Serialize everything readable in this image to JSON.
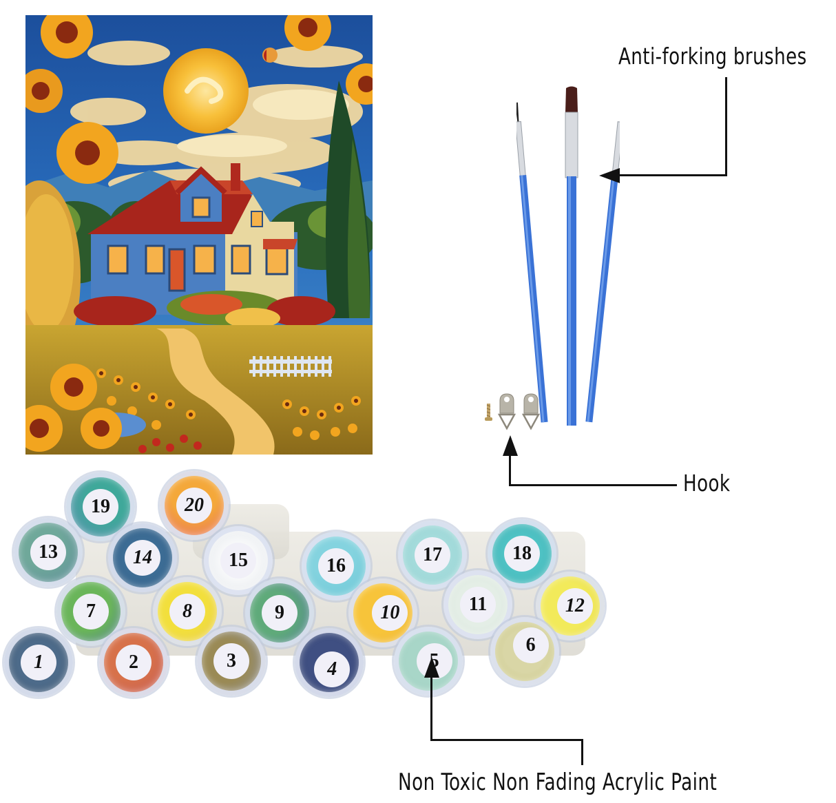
{
  "product_image": {
    "painting": {
      "subject": "Cottage with red roof under glowing sun, surrounded by sunflowers and cypress tree",
      "colors": {
        "sky": "#1f5fae",
        "sun": "#f5b52c",
        "roof": "#b3261e",
        "house": "#4b7fc2",
        "foliage": "#2e5a2a",
        "sunflower": "#f2a51f"
      }
    },
    "callouts": {
      "brushes": {
        "label": "Anti-forking brushes",
        "icon": "paintbrush-icon"
      },
      "hook": {
        "label": "Hook",
        "icon": "hanging-hook-icon"
      },
      "paint": {
        "label": "Non Toxic Non Fading Acrylic Paint",
        "icon": "paint-pot-icon"
      }
    },
    "paint_pots": [
      {
        "number": "1",
        "color": "#4d6b8a",
        "accent": "#3a5470",
        "italic": true
      },
      {
        "number": "2",
        "color": "#d7714a",
        "accent": "#c55a55",
        "italic": false
      },
      {
        "number": "3",
        "color": "#9a8a55",
        "accent": "#8d8e92",
        "italic": false
      },
      {
        "number": "4",
        "color": "#3f4f82",
        "accent": "#2f3f70",
        "italic": true
      },
      {
        "number": "5",
        "color": "#a8d6c8",
        "accent": "#9ccfc0",
        "italic": false
      },
      {
        "number": "6",
        "color": "#d9d6a6",
        "accent": "#c7c37a",
        "italic": false
      },
      {
        "number": "7",
        "color": "#6ab55a",
        "accent": "#4f7e8e",
        "italic": false
      },
      {
        "number": "8",
        "color": "#f2df3c",
        "accent": "#e8cc50",
        "italic": true
      },
      {
        "number": "9",
        "color": "#5faa7a",
        "accent": "#4f7e92",
        "italic": false
      },
      {
        "number": "10",
        "color": "#f7c43a",
        "accent": "#efb83a",
        "italic": true
      },
      {
        "number": "11",
        "color": "#e4eee6",
        "accent": "#d9e6dd",
        "italic": false
      },
      {
        "number": "12",
        "color": "#f2ea5a",
        "accent": "#e9dc4a",
        "italic": true
      },
      {
        "number": "13",
        "color": "#6fa89a",
        "accent": "#5d8b9a",
        "italic": false
      },
      {
        "number": "14",
        "color": "#3e6e96",
        "accent": "#2f5e88",
        "italic": true
      },
      {
        "number": "15",
        "color": "#f3f5f6",
        "accent": "#e8ecef",
        "italic": false
      },
      {
        "number": "16",
        "color": "#84d3df",
        "accent": "#6cc7d6",
        "italic": false
      },
      {
        "number": "17",
        "color": "#a6dcdc",
        "accent": "#92d2d2",
        "italic": false
      },
      {
        "number": "18",
        "color": "#4fc2c4",
        "accent": "#3eb3b5",
        "italic": false
      },
      {
        "number": "19",
        "color": "#3fa89a",
        "accent": "#5a8eb0",
        "italic": false
      },
      {
        "number": "20",
        "color": "#f4a83a",
        "accent": "#e8705a",
        "italic": true
      }
    ]
  }
}
